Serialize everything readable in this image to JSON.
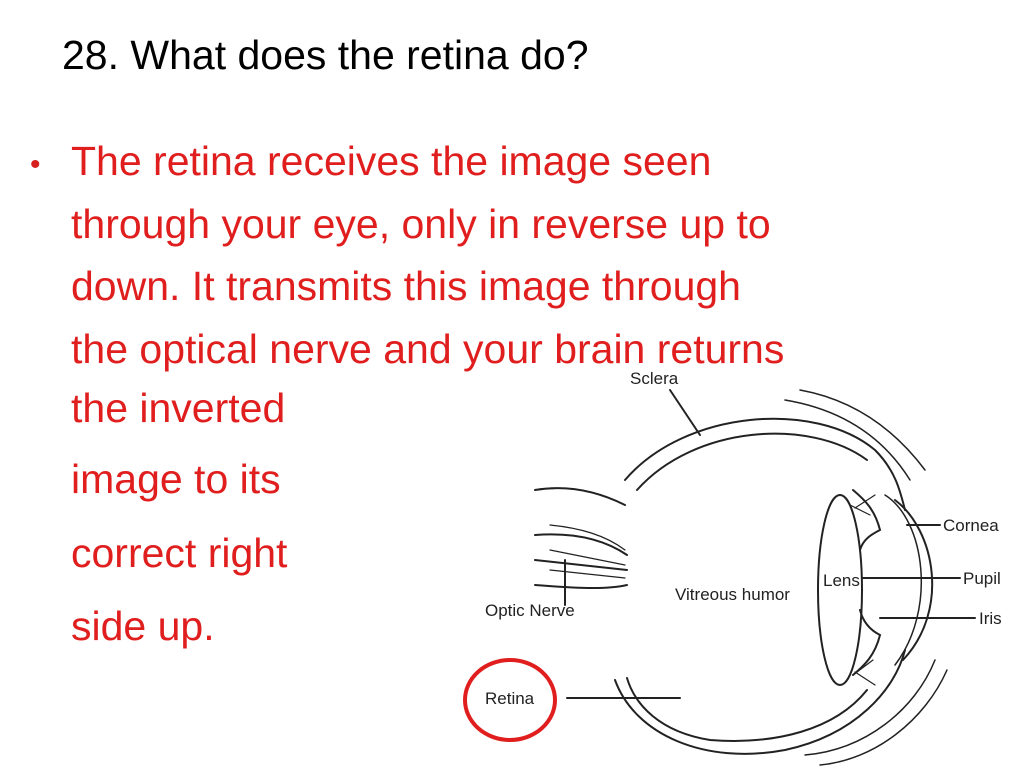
{
  "slide": {
    "title": "28. What does the retina do?",
    "bullet_symbol": "•",
    "bullet_lines": [
      "The retina receives the image seen",
      "through your eye, only in reverse up to",
      "down. It transmits this image through",
      "the optical nerve and your brain returns",
      "the inverted",
      "image to its",
      "correct right",
      "side up."
    ]
  },
  "diagram": {
    "labels": {
      "sclera": "Sclera",
      "cornea": "Cornea",
      "pupil": "Pupil",
      "iris": "Iris",
      "lens": "Lens",
      "vitreous": "Vitreous humor",
      "optic_nerve": "Optic Nerve",
      "retina": "Retina"
    },
    "highlight_color": "#e01e1e"
  },
  "colors": {
    "title": "#000000",
    "bullet_text": "#e01e1e",
    "diagram_lines": "#222222"
  }
}
